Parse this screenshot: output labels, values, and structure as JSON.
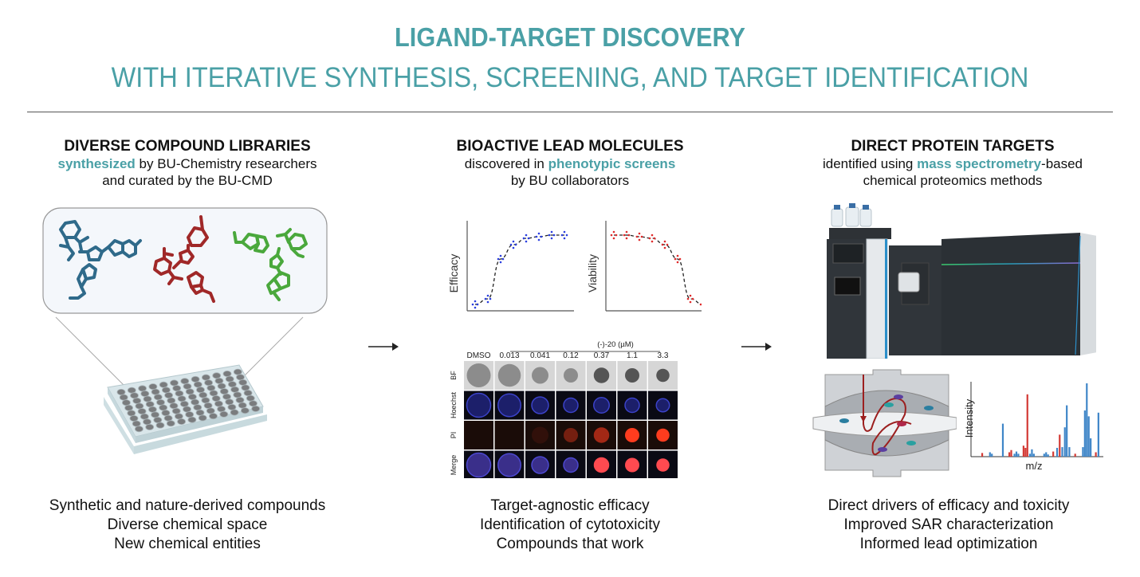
{
  "header": {
    "title": "LIGAND-TARGET DISCOVERY",
    "subtitle": "WITH ITERATIVE SYNTHESIS, SCREENING, AND TARGET IDENTIFICATION",
    "accent_color": "#4aa0a6"
  },
  "columns": [
    {
      "heading": "DIVERSE COMPOUND LIBRARIES",
      "line1_highlight": "synthesized",
      "line1_rest": " by BU-Chemistry researchers",
      "line2": "and curated by the BU-CMD",
      "bullets": [
        "Synthetic and nature-derived compounds",
        "Diverse chemical space",
        "New chemical entities"
      ],
      "illustration": {
        "molecule_colors": [
          "#2f6a8a",
          "#a02828",
          "#4aa83c"
        ],
        "plate": "96-well-plate"
      }
    },
    {
      "heading": "BIOACTIVE LEAD MOLECULES",
      "line1_pre": "discovered in ",
      "line1_highlight": "phenotypic screens",
      "line2": "by BU collaborators",
      "bullets": [
        "Target-agnostic efficacy",
        "Identification of cytotoxicity",
        "Compounds that work"
      ],
      "plots": {
        "efficacy_label": "Efficacy",
        "viability_label": "Viability",
        "efficacy_points": [
          0.05,
          0.12,
          0.62,
          0.8,
          0.88,
          0.9,
          0.92,
          0.92
        ],
        "viability_points": [
          0.92,
          0.92,
          0.9,
          0.88,
          0.8,
          0.62,
          0.12,
          0.05
        ],
        "efficacy_color": "#2a3ee0",
        "viability_color": "#e02a2a"
      },
      "imaging": {
        "compound_label": "(-)-20 (µM)",
        "columns": [
          "DMSO",
          "0.013",
          "0.041",
          "0.12",
          "0.37",
          "1.1",
          "3.3"
        ],
        "rows": [
          "BF",
          "Hoechst",
          "PI",
          "Merge"
        ],
        "spheroid_size": [
          1.0,
          0.95,
          0.7,
          0.6,
          0.65,
          0.6,
          0.55
        ],
        "pi_intensity": [
          0.0,
          0.0,
          0.1,
          0.4,
          0.6,
          1.0,
          1.0
        ]
      }
    },
    {
      "heading": "DIRECT PROTEIN TARGETS",
      "line1_pre": "identified using ",
      "line1_highlight": "mass spectrometry",
      "line1_rest": "-based",
      "line2": "chemical proteomics methods",
      "bullets": [
        "Direct drivers of efficacy and toxicity",
        "Improved SAR characterization",
        "Informed lead optimization"
      ],
      "spectrum": {
        "ylabel": "Intensity",
        "xlabel": "m/z",
        "peaks": [
          {
            "x": 0.08,
            "h": 0.05,
            "c": "red"
          },
          {
            "x": 0.14,
            "h": 0.06,
            "c": "blue"
          },
          {
            "x": 0.155,
            "h": 0.04,
            "c": "blue"
          },
          {
            "x": 0.24,
            "h": 0.45,
            "c": "blue"
          },
          {
            "x": 0.29,
            "h": 0.06,
            "c": "red"
          },
          {
            "x": 0.305,
            "h": 0.09,
            "c": "red"
          },
          {
            "x": 0.33,
            "h": 0.04,
            "c": "blue"
          },
          {
            "x": 0.345,
            "h": 0.07,
            "c": "blue"
          },
          {
            "x": 0.36,
            "h": 0.04,
            "c": "blue"
          },
          {
            "x": 0.4,
            "h": 0.15,
            "c": "red"
          },
          {
            "x": 0.415,
            "h": 0.12,
            "c": "red"
          },
          {
            "x": 0.43,
            "h": 0.85,
            "c": "red"
          },
          {
            "x": 0.45,
            "h": 0.04,
            "c": "blue"
          },
          {
            "x": 0.465,
            "h": 0.1,
            "c": "blue"
          },
          {
            "x": 0.48,
            "h": 0.04,
            "c": "blue"
          },
          {
            "x": 0.56,
            "h": 0.04,
            "c": "blue"
          },
          {
            "x": 0.575,
            "h": 0.06,
            "c": "blue"
          },
          {
            "x": 0.59,
            "h": 0.03,
            "c": "blue"
          },
          {
            "x": 0.63,
            "h": 0.07,
            "c": "red"
          },
          {
            "x": 0.66,
            "h": 0.12,
            "c": "blue"
          },
          {
            "x": 0.68,
            "h": 0.3,
            "c": "red"
          },
          {
            "x": 0.7,
            "h": 0.13,
            "c": "blue"
          },
          {
            "x": 0.72,
            "h": 0.4,
            "c": "blue"
          },
          {
            "x": 0.735,
            "h": 0.7,
            "c": "blue"
          },
          {
            "x": 0.755,
            "h": 0.13,
            "c": "blue"
          },
          {
            "x": 0.8,
            "h": 0.04,
            "c": "red"
          },
          {
            "x": 0.86,
            "h": 0.13,
            "c": "blue"
          },
          {
            "x": 0.875,
            "h": 0.63,
            "c": "blue"
          },
          {
            "x": 0.89,
            "h": 1.0,
            "c": "blue"
          },
          {
            "x": 0.905,
            "h": 0.55,
            "c": "blue"
          },
          {
            "x": 0.92,
            "h": 0.25,
            "c": "blue"
          },
          {
            "x": 0.96,
            "h": 0.06,
            "c": "red"
          },
          {
            "x": 0.98,
            "h": 0.6,
            "c": "blue"
          }
        ],
        "colors": {
          "red": "#d33a35",
          "blue": "#3f86c8"
        }
      },
      "instrument": "lc-ms-instrument",
      "orbitrap": "orbitrap-analyzer"
    }
  ],
  "arrows": [
    "arrow-right",
    "arrow-right"
  ]
}
